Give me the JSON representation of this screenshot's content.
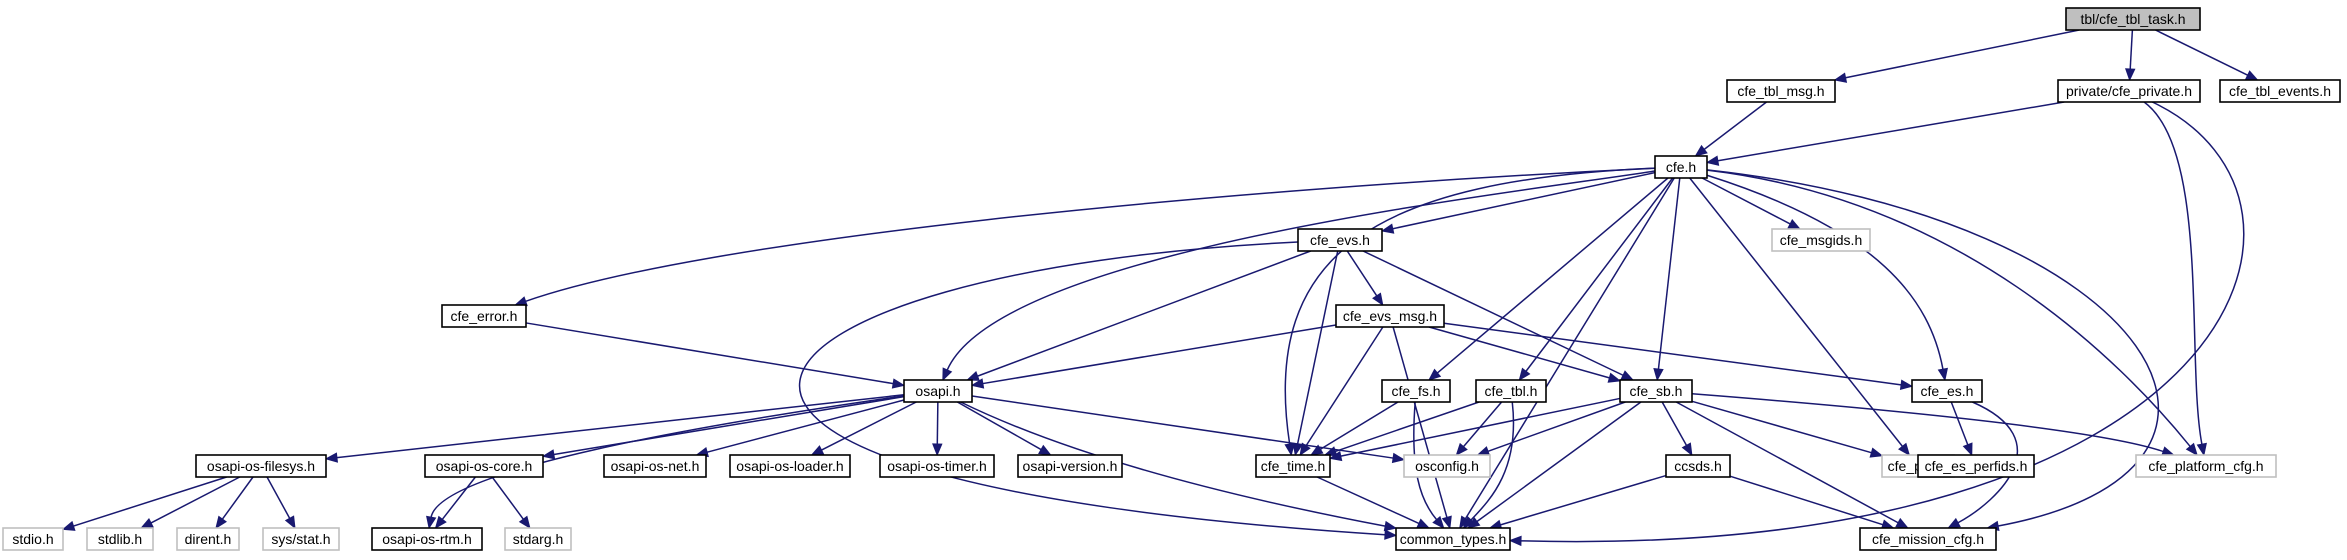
{
  "colors": {
    "edge": "#191970",
    "root_fill": "#bfbfbf",
    "node_fill": "#ffffff",
    "node_border": "#000000",
    "external_border": "#bfbfbf",
    "text": "#000000"
  },
  "nodes": [
    {
      "id": "root",
      "label": "tbl/cfe_tbl_task.h",
      "kind": "root"
    },
    {
      "id": "tblmsg",
      "label": "cfe_tbl_msg.h",
      "kind": "std"
    },
    {
      "id": "cfepriv",
      "label": "private/cfe_private.h",
      "kind": "std"
    },
    {
      "id": "tblevents",
      "label": "cfe_tbl_events.h",
      "kind": "std"
    },
    {
      "id": "cfeh",
      "label": "cfe.h",
      "kind": "std"
    },
    {
      "id": "evs",
      "label": "cfe_evs.h",
      "kind": "std"
    },
    {
      "id": "msgids",
      "label": "cfe_msgids.h",
      "kind": "ext"
    },
    {
      "id": "err",
      "label": "cfe_error.h",
      "kind": "std"
    },
    {
      "id": "evsmsg",
      "label": "cfe_evs_msg.h",
      "kind": "std"
    },
    {
      "id": "osapi",
      "label": "osapi.h",
      "kind": "std"
    },
    {
      "id": "fs",
      "label": "cfe_fs.h",
      "kind": "std"
    },
    {
      "id": "tbl",
      "label": "cfe_tbl.h",
      "kind": "std"
    },
    {
      "id": "sb",
      "label": "cfe_sb.h",
      "kind": "std"
    },
    {
      "id": "es",
      "label": "cfe_es.h",
      "kind": "std"
    },
    {
      "id": "filesys",
      "label": "osapi-os-filesys.h",
      "kind": "std"
    },
    {
      "id": "core",
      "label": "osapi-os-core.h",
      "kind": "std"
    },
    {
      "id": "net",
      "label": "osapi-os-net.h",
      "kind": "std"
    },
    {
      "id": "loader",
      "label": "osapi-os-loader.h",
      "kind": "std"
    },
    {
      "id": "timer",
      "label": "osapi-os-timer.h",
      "kind": "std"
    },
    {
      "id": "version",
      "label": "osapi-version.h",
      "kind": "std"
    },
    {
      "id": "time",
      "label": "cfe_time.h",
      "kind": "std"
    },
    {
      "id": "osconfig",
      "label": "osconfig.h",
      "kind": "ext"
    },
    {
      "id": "ccsds",
      "label": "ccsds.h",
      "kind": "std"
    },
    {
      "id": "psp",
      "label": "cfe_psp.h",
      "kind": "ext"
    },
    {
      "id": "perfids",
      "label": "cfe_es_perfids.h",
      "kind": "std"
    },
    {
      "id": "platcfg",
      "label": "cfe_platform_cfg.h",
      "kind": "ext"
    },
    {
      "id": "stdio",
      "label": "stdio.h",
      "kind": "ext"
    },
    {
      "id": "stdlib",
      "label": "stdlib.h",
      "kind": "ext"
    },
    {
      "id": "dirent",
      "label": "dirent.h",
      "kind": "ext"
    },
    {
      "id": "sysstat",
      "label": "sys/stat.h",
      "kind": "ext"
    },
    {
      "id": "rtm",
      "label": "osapi-os-rtm.h",
      "kind": "std"
    },
    {
      "id": "stdarg",
      "label": "stdarg.h",
      "kind": "ext"
    },
    {
      "id": "ctypes",
      "label": "common_types.h",
      "kind": "std"
    },
    {
      "id": "mission",
      "label": "cfe_mission_cfg.h",
      "kind": "std"
    }
  ],
  "edges": [
    {
      "from": "root",
      "to": "tblmsg"
    },
    {
      "from": "root",
      "to": "cfepriv"
    },
    {
      "from": "root",
      "to": "tblevents"
    },
    {
      "from": "tblmsg",
      "to": "cfeh"
    },
    {
      "from": "cfepriv",
      "to": "cfeh"
    },
    {
      "from": "cfepriv",
      "to": "platcfg"
    },
    {
      "from": "cfepriv",
      "to": "ctypes"
    },
    {
      "from": "cfeh",
      "to": "evs"
    },
    {
      "from": "cfeh",
      "to": "msgids"
    },
    {
      "from": "cfeh",
      "to": "err"
    },
    {
      "from": "cfeh",
      "to": "osapi"
    },
    {
      "from": "cfeh",
      "to": "fs"
    },
    {
      "from": "cfeh",
      "to": "tbl"
    },
    {
      "from": "cfeh",
      "to": "sb"
    },
    {
      "from": "cfeh",
      "to": "es"
    },
    {
      "from": "cfeh",
      "to": "time"
    },
    {
      "from": "cfeh",
      "to": "psp"
    },
    {
      "from": "cfeh",
      "to": "platcfg"
    },
    {
      "from": "cfeh",
      "to": "ctypes"
    },
    {
      "from": "cfeh",
      "to": "mission"
    },
    {
      "from": "evs",
      "to": "evsmsg"
    },
    {
      "from": "evs",
      "to": "osapi"
    },
    {
      "from": "evs",
      "to": "time"
    },
    {
      "from": "evs",
      "to": "sb"
    },
    {
      "from": "evs",
      "to": "ctypes"
    },
    {
      "from": "err",
      "to": "osapi"
    },
    {
      "from": "evsmsg",
      "to": "osapi"
    },
    {
      "from": "evsmsg",
      "to": "sb"
    },
    {
      "from": "evsmsg",
      "to": "es"
    },
    {
      "from": "evsmsg",
      "to": "time"
    },
    {
      "from": "evsmsg",
      "to": "ctypes"
    },
    {
      "from": "osapi",
      "to": "filesys"
    },
    {
      "from": "osapi",
      "to": "core"
    },
    {
      "from": "osapi",
      "to": "net"
    },
    {
      "from": "osapi",
      "to": "loader"
    },
    {
      "from": "osapi",
      "to": "timer"
    },
    {
      "from": "osapi",
      "to": "version"
    },
    {
      "from": "osapi",
      "to": "osconfig"
    },
    {
      "from": "osapi",
      "to": "rtm"
    },
    {
      "from": "osapi",
      "to": "ctypes"
    },
    {
      "from": "fs",
      "to": "time"
    },
    {
      "from": "fs",
      "to": "ctypes"
    },
    {
      "from": "tbl",
      "to": "time"
    },
    {
      "from": "tbl",
      "to": "osconfig"
    },
    {
      "from": "tbl",
      "to": "ctypes"
    },
    {
      "from": "sb",
      "to": "time"
    },
    {
      "from": "sb",
      "to": "osconfig"
    },
    {
      "from": "sb",
      "to": "ccsds"
    },
    {
      "from": "sb",
      "to": "psp"
    },
    {
      "from": "sb",
      "to": "platcfg"
    },
    {
      "from": "sb",
      "to": "ctypes"
    },
    {
      "from": "sb",
      "to": "mission"
    },
    {
      "from": "es",
      "to": "perfids"
    },
    {
      "from": "es",
      "to": "mission"
    },
    {
      "from": "filesys",
      "to": "stdio"
    },
    {
      "from": "filesys",
      "to": "stdlib"
    },
    {
      "from": "filesys",
      "to": "dirent"
    },
    {
      "from": "filesys",
      "to": "sysstat"
    },
    {
      "from": "core",
      "to": "rtm"
    },
    {
      "from": "core",
      "to": "stdarg"
    },
    {
      "from": "time",
      "to": "ctypes"
    },
    {
      "from": "ccsds",
      "to": "ctypes"
    },
    {
      "from": "ccsds",
      "to": "mission"
    }
  ]
}
